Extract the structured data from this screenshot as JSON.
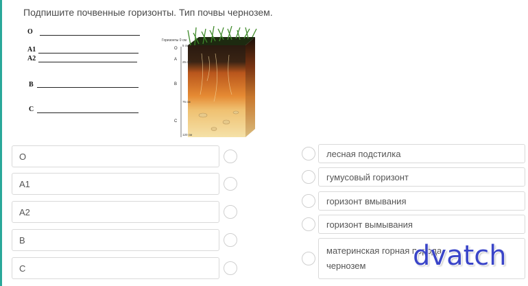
{
  "prompt": "Подпишите почвенные горизонты. Тип почвы чернозем.",
  "worksheet": {
    "labels": [
      "O",
      "A1",
      "A2",
      "B",
      "C"
    ],
    "profile_scale": {
      "title": "Горизонты 0 см",
      "ticks": [
        "5 см",
        "25 см",
        "75 см",
        "120 см"
      ],
      "letters": [
        "O",
        "A",
        "B",
        "C"
      ]
    }
  },
  "left_choices": [
    "O",
    "A1",
    "A2",
    "B",
    "C"
  ],
  "right_answers": [
    "лесная подстилка",
    "гумусовый горизонт",
    "горизонт вмывания",
    "горизонт вымывания",
    [
      "материнская горная порода",
      "чернозем"
    ]
  ],
  "watermark": "dvatch",
  "colors": {
    "accent_rail": "#2aa89a",
    "watermark": "#3a45c8"
  }
}
